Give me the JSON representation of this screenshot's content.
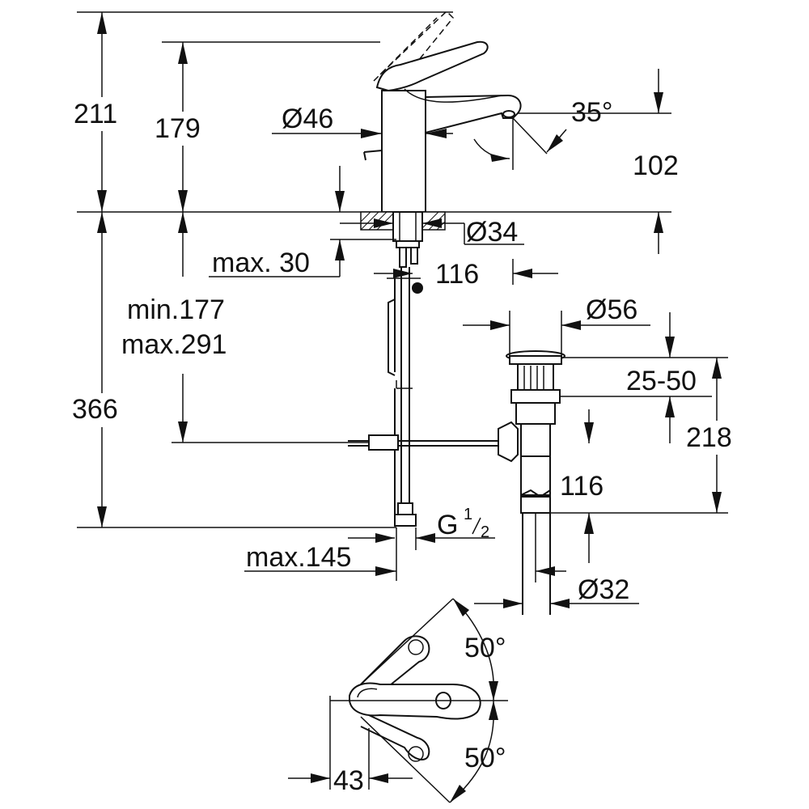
{
  "dimensions": {
    "total_height": "211",
    "spout_height": "179",
    "body_diameter": "Ø46",
    "spout_angle": "35°",
    "spout_reach": "102",
    "hole_diameter": "Ø34",
    "max_deck_thickness": "max. 30",
    "spout_offset": "116",
    "connection_range_min": "min.177",
    "connection_range_max": "max.291",
    "deck_to_connection": "366",
    "waste_diameter": "Ø56",
    "waste_plug_range": "25-50",
    "waste_length": "218",
    "waste_offset": "116",
    "thread_main": "G",
    "thread_frac_num": "1",
    "thread_frac_den": "2",
    "max_hose_spacing": "max.145",
    "waste_pipe_diameter": "Ø32",
    "lever_angle_top": "50°",
    "lever_angle_bottom": "50°",
    "lever_offset": "43"
  }
}
